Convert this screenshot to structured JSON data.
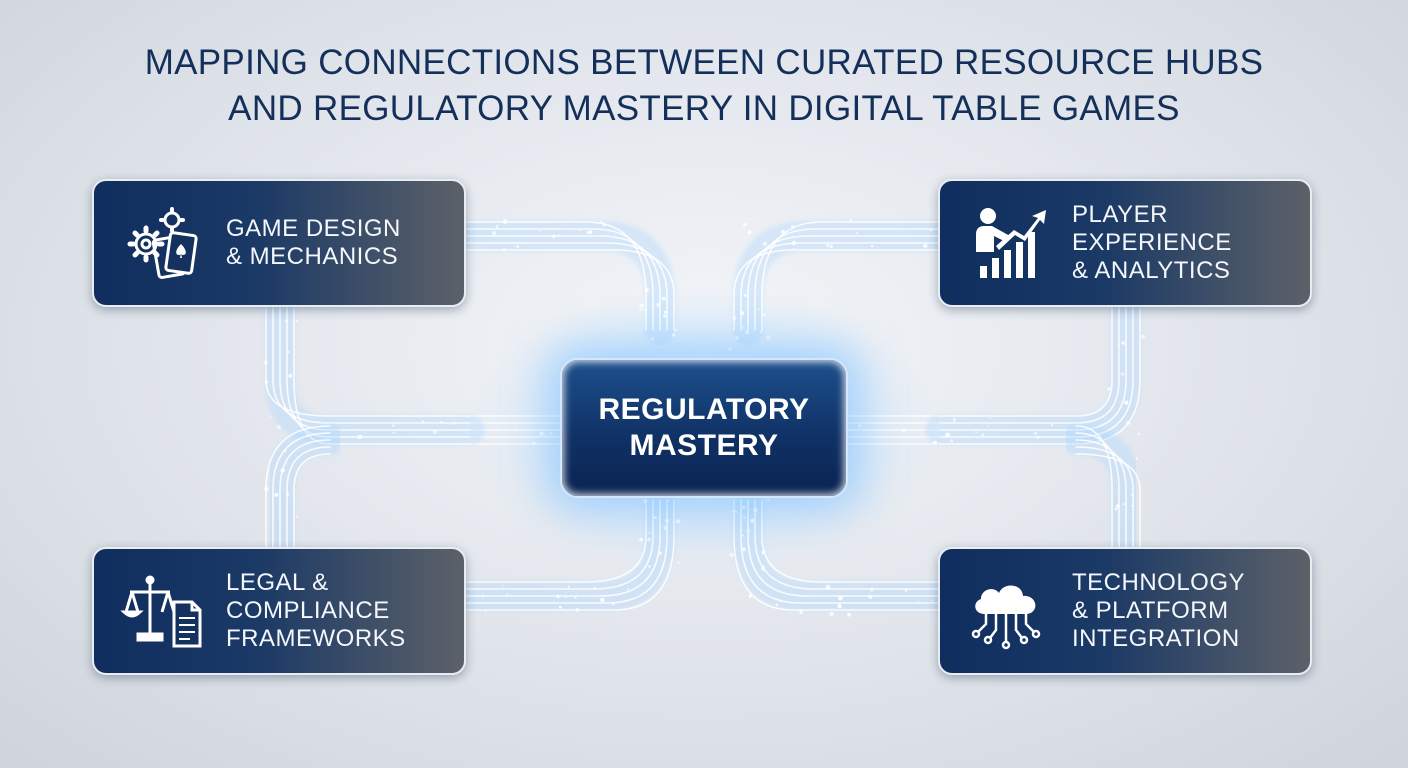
{
  "title": {
    "line1": "MAPPING CONNECTIONS BETWEEN CURATED RESOURCE HUBS",
    "line2": "AND REGULATORY MASTERY IN DIGITAL TABLE GAMES"
  },
  "center": {
    "line1": "REGULATORY",
    "line2": "MASTERY"
  },
  "hubs": [
    {
      "id": "game",
      "lines": [
        "GAME DESIGN",
        "& MECHANICS"
      ],
      "icon": "gears-cards-icon"
    },
    {
      "id": "player",
      "lines": [
        "PLAYER",
        "EXPERIENCE",
        "& ANALYTICS"
      ],
      "icon": "person-growth-chart-icon"
    },
    {
      "id": "legal",
      "lines": [
        "LEGAL &",
        "COMPLIANCE",
        "FRAMEWORKS"
      ],
      "icon": "scales-document-icon"
    },
    {
      "id": "tech",
      "lines": [
        "TECHNOLOGY",
        "& PLATFORM",
        "INTEGRATION"
      ],
      "icon": "cloud-circuit-icon"
    }
  ],
  "colors": {
    "title": "#14305a",
    "hub_start": "#0f2d5e",
    "hub_end": "#5c6168",
    "center": "#0f3064",
    "connector": "#ffffff",
    "glow": "#a8d4ff"
  }
}
